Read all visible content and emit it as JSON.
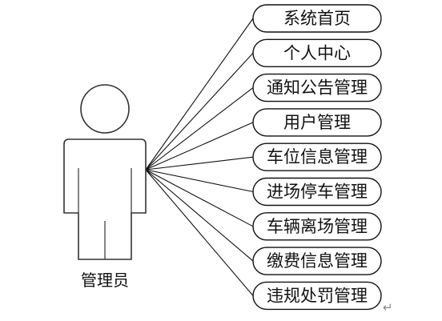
{
  "actor": {
    "label": "管理员"
  },
  "use_cases": [
    {
      "label": "系统首页"
    },
    {
      "label": "个人中心"
    },
    {
      "label": "通知公告管理"
    },
    {
      "label": "用户管理"
    },
    {
      "label": "车位信息管理"
    },
    {
      "label": "进场停车管理"
    },
    {
      "label": "车辆离场管理"
    },
    {
      "label": "缴费信息管理"
    },
    {
      "label": "违规处罚管理"
    }
  ],
  "paragraph_mark": "↵"
}
